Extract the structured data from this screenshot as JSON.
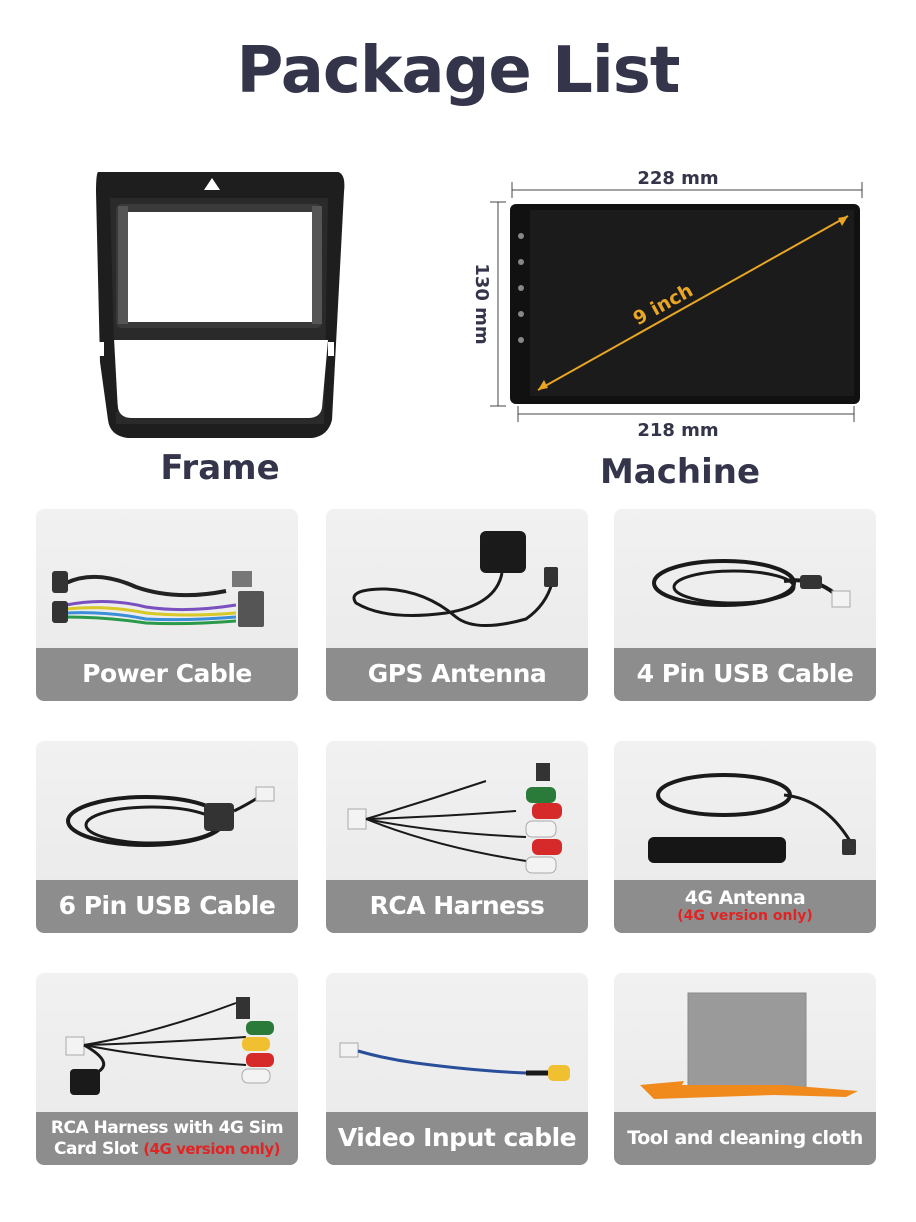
{
  "title": "Package List",
  "frame": {
    "label": "Frame"
  },
  "machine": {
    "label": "Machine",
    "width_top": "228 mm",
    "width_bottom": "218 mm",
    "height": "130 mm",
    "diagonal": "9 inch"
  },
  "items": [
    {
      "label": "Power Cable"
    },
    {
      "label": "GPS Antenna"
    },
    {
      "label": "4 Pin USB Cable"
    },
    {
      "label": "6 Pin USB Cable"
    },
    {
      "label": "RCA Harness"
    },
    {
      "label": "4G Antenna",
      "note": "(4G version only)"
    },
    {
      "label_line1": "RCA Harness with 4G Sim",
      "label_line2": "Card Slot",
      "note": "(4G version only)"
    },
    {
      "label": "Video Input cable"
    },
    {
      "label": "Tool and cleaning cloth"
    }
  ],
  "colors": {
    "title": "#34344a",
    "label_bar": "#8d8d8d",
    "note": "#e02424",
    "dimension_line": "#e8a623"
  }
}
